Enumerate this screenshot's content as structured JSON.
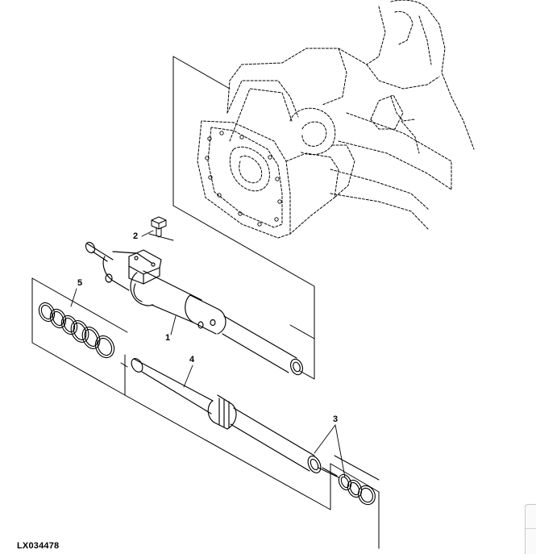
{
  "callouts": {
    "c1": "1",
    "c2": "2",
    "c3": "3",
    "c4": "4",
    "c5": "5"
  },
  "figure_id": "LX034478",
  "colors": {
    "line": "#000000",
    "background": "#ffffff",
    "ui_tab_border": "#c8c8c8"
  }
}
